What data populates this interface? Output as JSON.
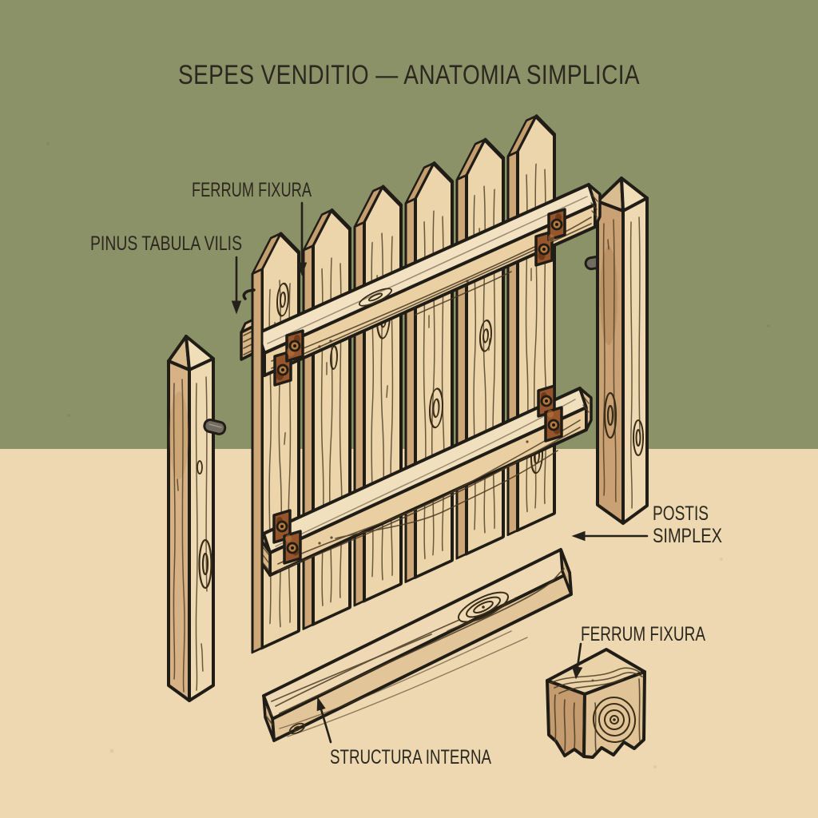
{
  "title": "SEPES VENDITIO — ANATOMIA SIMPLICIA",
  "labels": {
    "bracket_top": "FERRUM FIXURA",
    "picket_board": "PINUS TABULA VILIS",
    "post_line1": "POSTIS",
    "post_line2": "SIMPLEX",
    "bracket_bottom": "FERRUM FIXURA",
    "inner_rail": "STRUCTURA INTERNA"
  },
  "colors": {
    "sky": "#8b9268",
    "ground": "#eed8b1",
    "wood_light": "#ecd5ab",
    "wood_pale": "#f2e2c2",
    "wood_mid": "#dcbd90",
    "wood_shade": "#c9a174",
    "wood_strip": "#cfa87a",
    "end_grain": "#d8b888",
    "outline": "#201d17",
    "rust": "#96552a",
    "peg_gray": "#716c5f",
    "text": "#2a281f"
  }
}
